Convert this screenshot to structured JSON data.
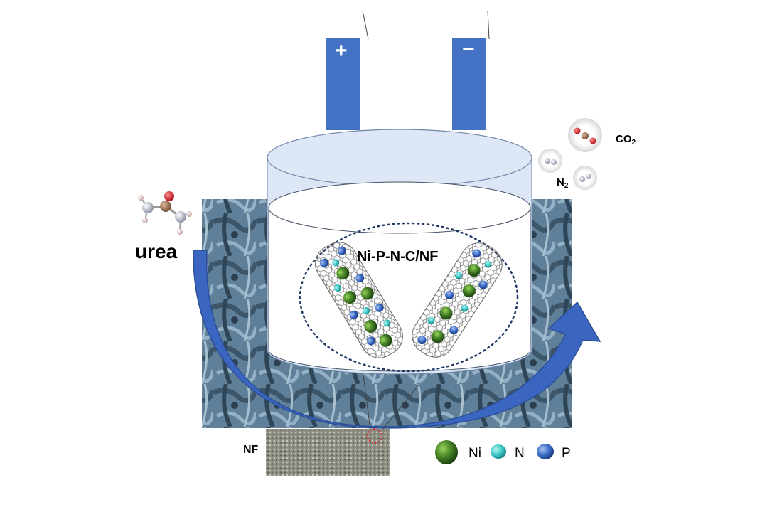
{
  "labels": {
    "urea": "urea",
    "catalyst": "Ni-P-N-C/NF",
    "nf": "NF",
    "co2_main": "CO",
    "co2_sub": "2",
    "n2_main": "N",
    "n2_sub": "2",
    "anode": "+",
    "cathode": "−"
  },
  "legend": [
    {
      "label": "Ni",
      "color": "#3f7a22"
    },
    {
      "label": "N",
      "color": "#3fc8c8"
    },
    {
      "label": "P",
      "color": "#3a6cc8"
    }
  ],
  "colors": {
    "electrode": "#4472c4",
    "arrow": "#3a66c2",
    "cell_wall": "#d9e4f4",
    "sem_background": "#5b7c96",
    "nickel_foam": "#8d8d84"
  }
}
